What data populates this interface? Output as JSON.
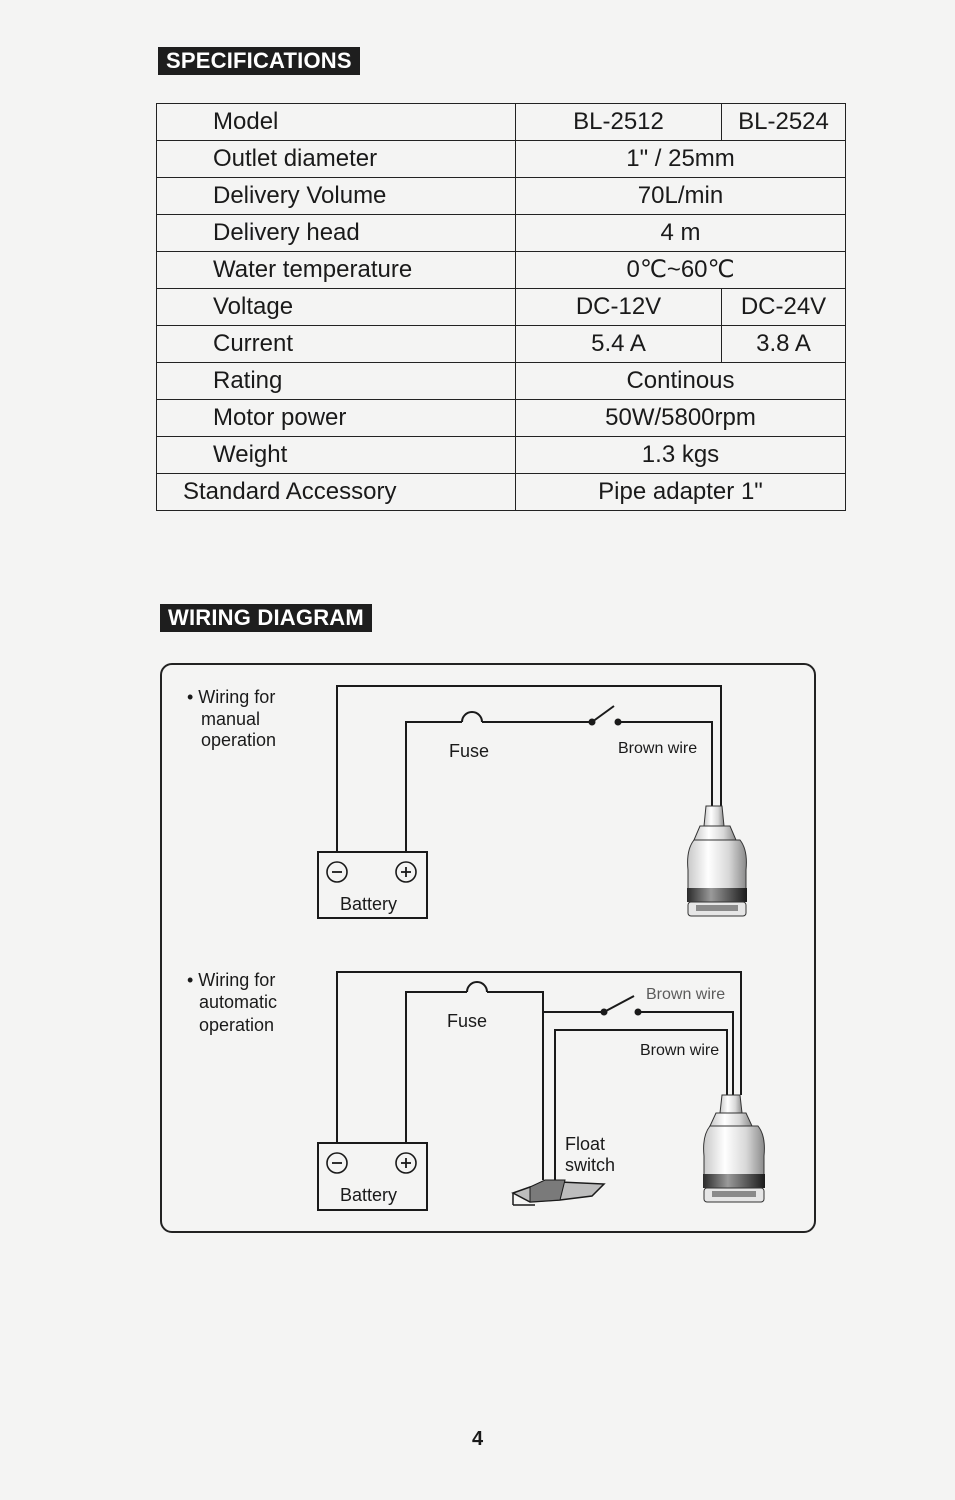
{
  "specifications": {
    "title": "SPECIFICATIONS",
    "rows": [
      {
        "label": "Model",
        "v1": "BL-2512",
        "v2": "BL-2524"
      },
      {
        "label": "Outlet diameter",
        "value": "1\" / 25mm"
      },
      {
        "label": "Delivery Volume",
        "value": "70L/min"
      },
      {
        "label": "Delivery head",
        "value": "4 m"
      },
      {
        "label": "Water temperature",
        "value": "0℃~60℃"
      },
      {
        "label": "Voltage",
        "v1": "DC-12V",
        "v2": "DC-24V"
      },
      {
        "label": "Current",
        "v1": "5.4 A",
        "v2": "3.8 A"
      },
      {
        "label": "Rating",
        "value": "Continous"
      },
      {
        "label": "Motor power",
        "value": "50W/5800rpm"
      },
      {
        "label": "Weight",
        "value": "1.3 kgs"
      },
      {
        "label": "Standard Accessory",
        "value": "Pipe adapter 1\""
      }
    ]
  },
  "wiring": {
    "title": "WIRING DIAGRAM",
    "manual": {
      "caption_lines": [
        "• Wiring for",
        "manual",
        "operation"
      ],
      "fuse_label": "Fuse",
      "brown_wire_label": "Brown wire",
      "battery_label": "Battery",
      "neg_symbol": "−",
      "pos_symbol": "+"
    },
    "automatic": {
      "caption_lines": [
        "• Wiring for",
        "automatic",
        "operation"
      ],
      "fuse_label": "Fuse",
      "brown_wire_label_top": "Brown wire",
      "brown_wire_label_bottom": "Brown wire",
      "float_switch_lines": [
        "Float",
        "switch"
      ],
      "battery_label": "Battery",
      "neg_symbol": "−",
      "pos_symbol": "+"
    }
  },
  "page_number": "4"
}
